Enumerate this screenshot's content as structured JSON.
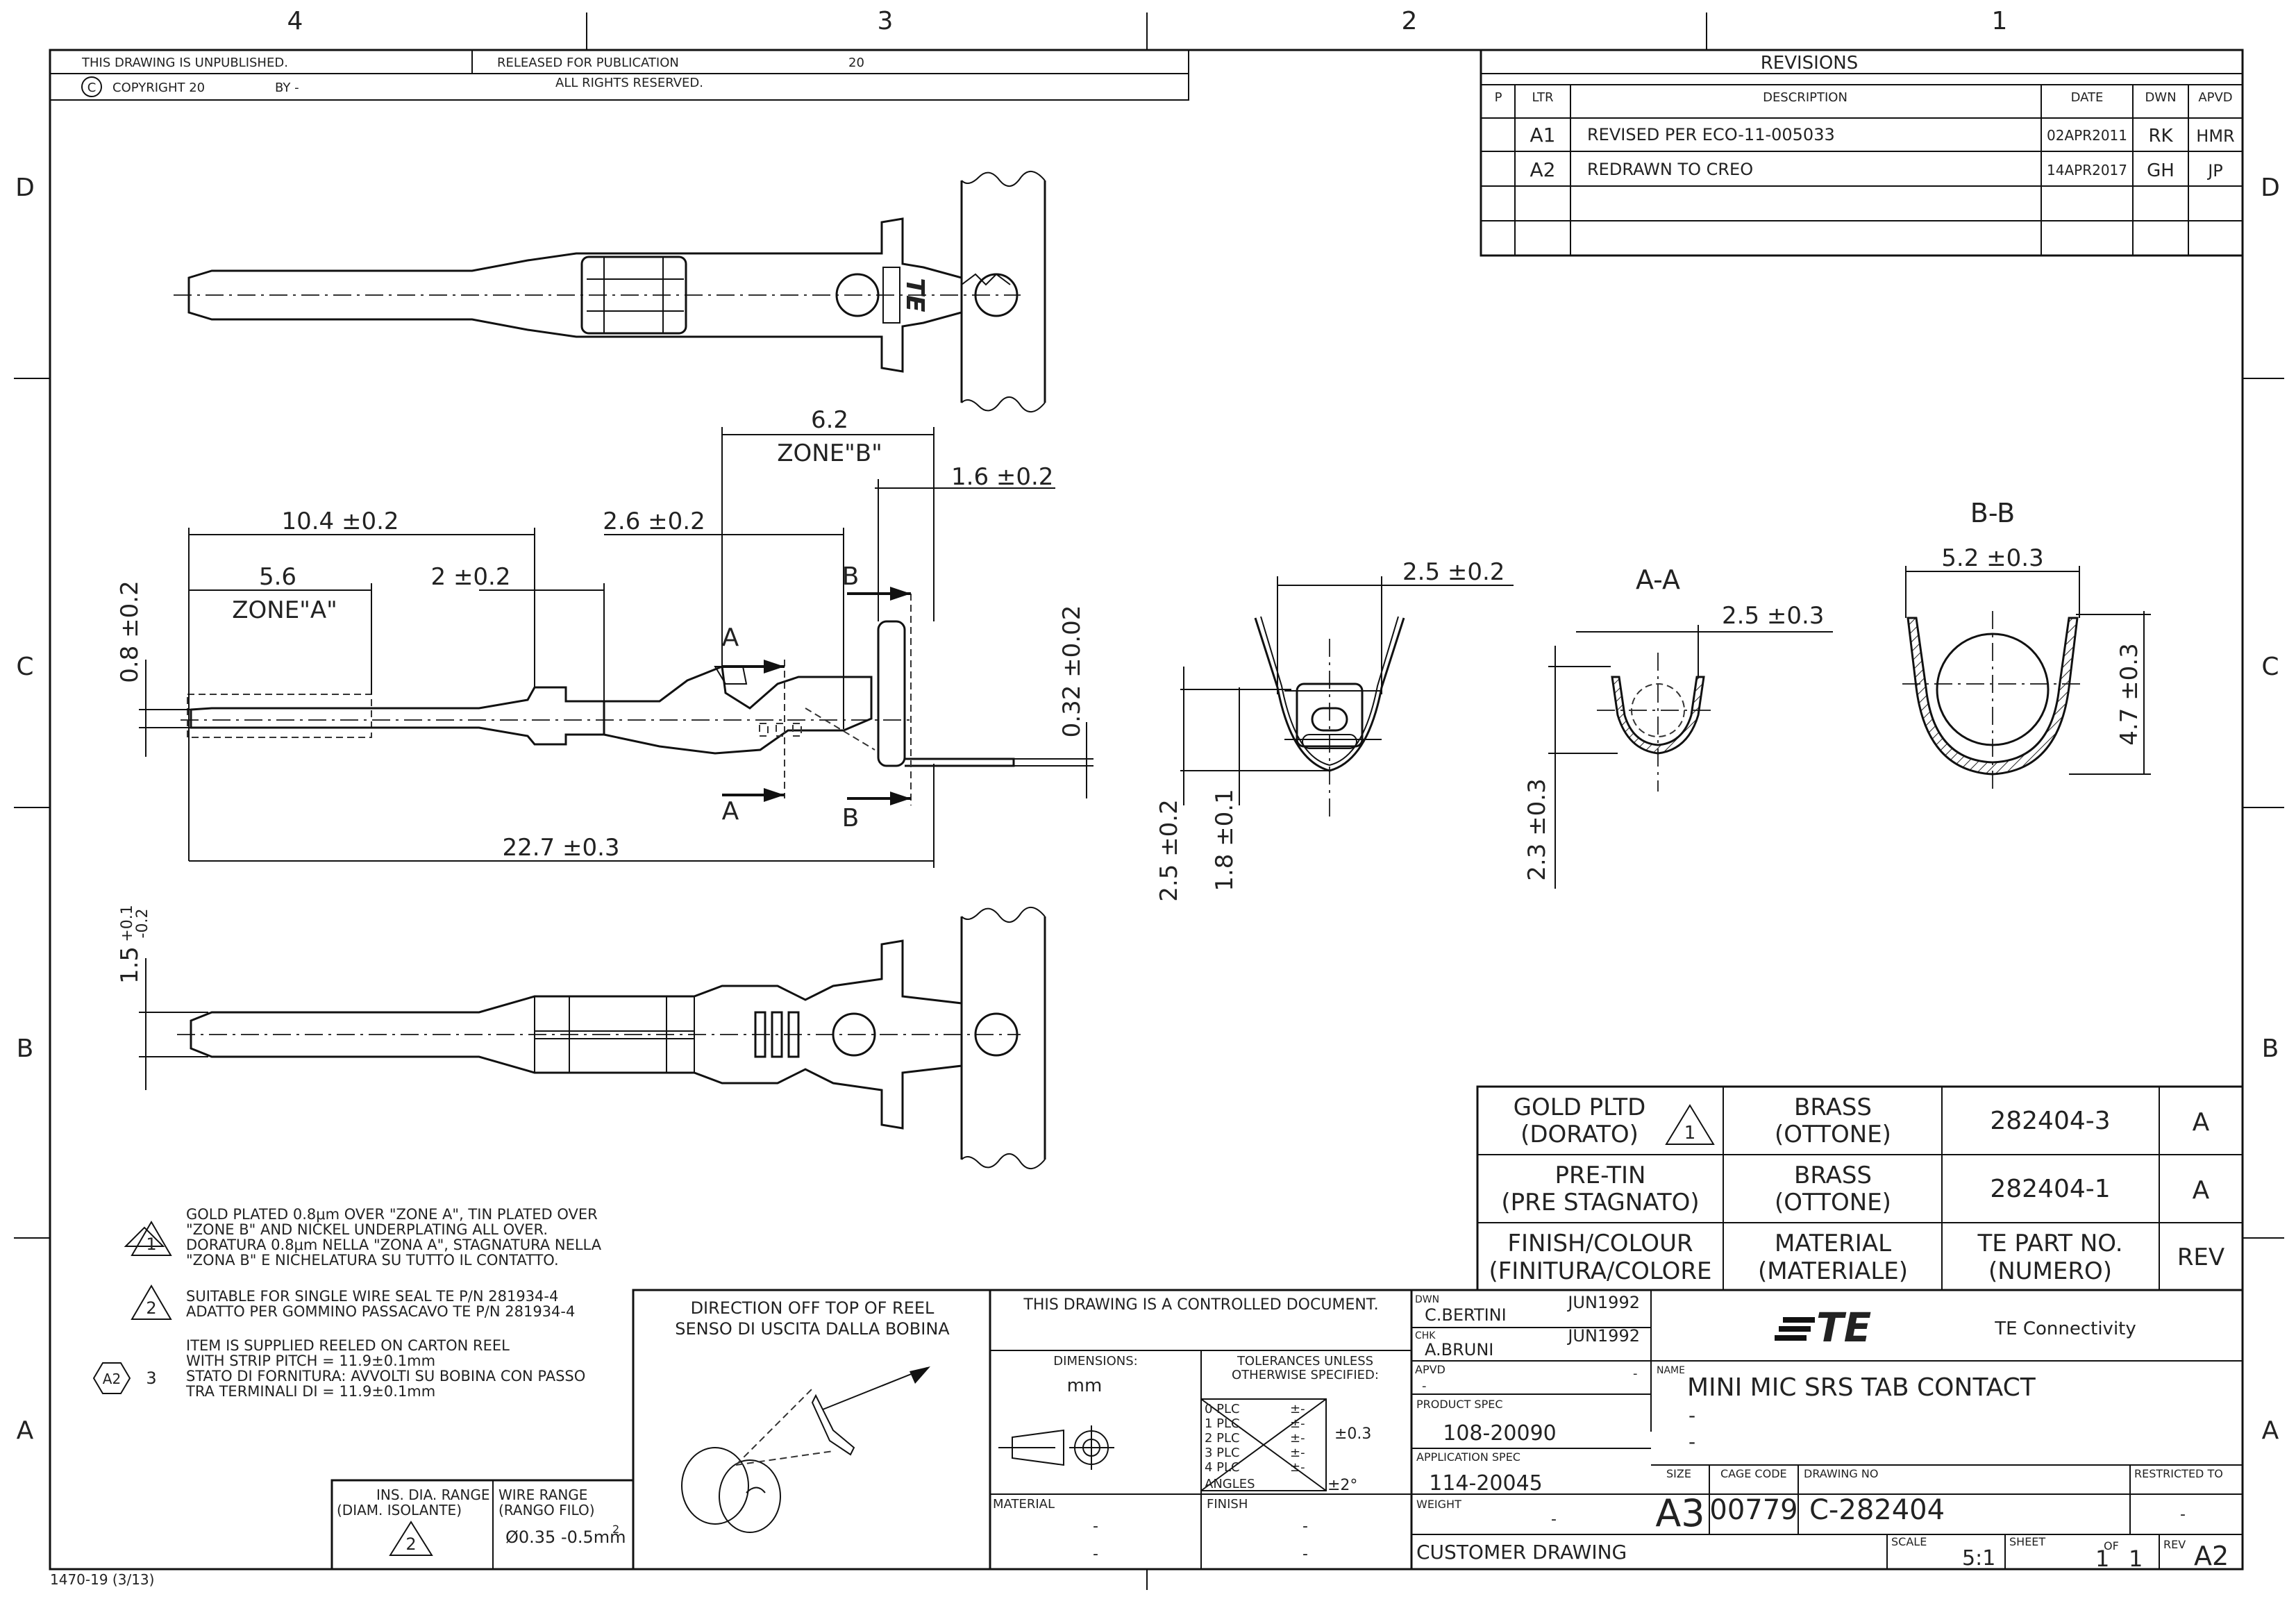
{
  "frame": {
    "col_labels": [
      "4",
      "3",
      "2",
      "1"
    ],
    "row_labels": [
      "D",
      "C",
      "B",
      "A"
    ],
    "form_code": "1470-19 (3/13)"
  },
  "top_banner": {
    "unpublished": "THIS DRAWING IS UNPUBLISHED.",
    "copyright_symbol": "C",
    "copyright": "COPYRIGHT 20",
    "by": "BY -",
    "released": "RELEASED FOR PUBLICATION",
    "released_year": "20",
    "rights": "ALL RIGHTS RESERVED."
  },
  "revisions": {
    "title": "REVISIONS",
    "headers": {
      "p": "P",
      "ltr": "LTR",
      "desc": "DESCRIPTION",
      "date": "DATE",
      "dwn": "DWN",
      "apvd": "APVD"
    },
    "rows": [
      {
        "ltr": "A1",
        "desc": "REVISED PER ECO-11-005033",
        "date": "02APR2011",
        "dwn": "RK",
        "apvd": "HMR"
      },
      {
        "ltr": "A2",
        "desc": "REDRAWN TO CREO",
        "date": "14APR2017",
        "dwn": "GH",
        "apvd": "JP"
      }
    ]
  },
  "dimensions": {
    "d_6_2": "6.2",
    "zone_b": "ZONE\"B\"",
    "d_1_6": "1.6 ±0.2",
    "d_10_4": "10.4 ±0.2",
    "d_2_6": "2.6 ±0.2",
    "d_5_6": "5.6",
    "d_2": "2 ±0.2",
    "zone_a": "ZONE\"A\"",
    "d_0_8": "0.8 ±0.2",
    "d_0_32": "0.32 ±0.02",
    "d_22_7": "22.7 ±0.3",
    "d_1_5": "1.5",
    "d_1_5_tol_plus": "+0.1",
    "d_1_5_tol_minus": "-0.2",
    "sec_a": "A",
    "sec_b": "B",
    "d_2_5_top": "2.5 ±0.2",
    "d_2_5_left": "2.5 ±0.2",
    "d_1_8": "1.8 ±0.1",
    "title_aa": "A-A",
    "d_2_5_aa": "2.5 ±0.3",
    "d_2_3": "2.3 ±0.3",
    "title_bb": "B-B",
    "d_5_2": "5.2 ±0.3",
    "d_4_7": "4.7 ±0.3",
    "logo": "TE"
  },
  "notes": {
    "n1_num": "1",
    "n1": [
      "GOLD PLATED 0.8μm OVER \"ZONE A\", TIN PLATED OVER",
      "\"ZONE B\" AND NICKEL UNDERPLATING ALL OVER.",
      "DORATURA 0.8μm NELLA \"ZONA A\", STAGNATURA NELLA",
      "\"ZONA B\" E NICHELATURA SU TUTTO IL CONTATTO."
    ],
    "n2_num": "2",
    "n2": [
      "SUITABLE FOR SINGLE WIRE SEAL TE P/N 281934-4",
      "ADATTO PER GOMMINO PASSACAVO TE P/N 281934-4"
    ],
    "n3_rev": "A2",
    "n3_num": "3",
    "n3": [
      "ITEM IS SUPPLIED REELED ON CARTON REEL",
      "WITH STRIP PITCH = 11.9±0.1mm",
      "STATO DI FORNITURA: AVVOLTI SU BOBINA CON PASSO",
      "TRA TERMINALI DI = 11.9±0.1mm"
    ]
  },
  "range_box": {
    "ins_label": [
      "INS. DIA. RANGE",
      "(DIAM. ISOLANTE)"
    ],
    "ins_value": "2",
    "wire_label": [
      "WIRE RANGE",
      "(RANGO FILO)"
    ],
    "wire_value": "Ø0.35 -0.5mm",
    "wire_sup": "2"
  },
  "reel_box": {
    "title": [
      "DIRECTION OFF TOP OF REEL",
      "SENSO DI USCITA DALLA BOBINA"
    ]
  },
  "part_table": {
    "rows": [
      {
        "finish": [
          "GOLD PLTD",
          "(DORATO)"
        ],
        "finish_note": "1",
        "material": [
          "BRASS",
          "(OTTONE)"
        ],
        "part": "282404-3",
        "rev": "A"
      },
      {
        "finish": [
          "PRE-TIN",
          "(PRE STAGNATO)"
        ],
        "material": [
          "BRASS",
          "(OTTONE)"
        ],
        "part": "282404-1",
        "rev": "A"
      }
    ],
    "header": {
      "finish": [
        "FINISH/COLOUR",
        "(FINITURA/COLORE"
      ],
      "material": [
        "MATERIAL",
        "(MATERIALE)"
      ],
      "part": [
        "TE PART NO.",
        "(NUMERO)"
      ],
      "rev": "REV"
    }
  },
  "title_block": {
    "controlled": "THIS DRAWING IS A CONTROLLED DOCUMENT.",
    "dimensions_label": "DIMENSIONS:",
    "dimensions_unit": "mm",
    "tolerances_label": [
      "TOLERANCES UNLESS",
      "OTHERWISE SPECIFIED:"
    ],
    "plc": [
      "0 PLC",
      "1 PLC",
      "2 PLC",
      "3 PLC",
      "4 PLC",
      "ANGLES"
    ],
    "plc_pm": [
      "±-",
      "±-",
      "±-",
      "±-",
      "±-"
    ],
    "tol_value": "±0.3",
    "angle_value": "±2°",
    "material_label": "MATERIAL",
    "finish_label": "FINISH",
    "dash": "-",
    "dwn_label": "DWN",
    "dwn_name": "C.BERTINI",
    "dwn_date": "JUN1992",
    "chk_label": "CHK",
    "chk_name": "A.BRUNI",
    "chk_date": "JUN1992",
    "apvd_label": "APVD",
    "product_spec_label": "PRODUCT SPEC",
    "product_spec": "108-20090",
    "app_spec_label": "APPLICATION SPEC",
    "app_spec": "114-20045",
    "weight_label": "WEIGHT",
    "customer": "CUSTOMER DRAWING",
    "company": "TE Connectivity",
    "logo": "TE",
    "name_label": "NAME",
    "name": "MINI MIC SRS TAB CONTACT",
    "size_label": "SIZE",
    "size": "A3",
    "cage_label": "CAGE CODE",
    "cage": "00779",
    "dwg_label": "DRAWING NO",
    "dwg_no": "C-282404",
    "restricted_label": "RESTRICTED TO",
    "scale_label": "SCALE",
    "scale": "5:1",
    "sheet_label": "SHEET",
    "sheet": "1",
    "of_label": "OF",
    "of": "1",
    "rev_label": "REV",
    "rev": "A2"
  }
}
